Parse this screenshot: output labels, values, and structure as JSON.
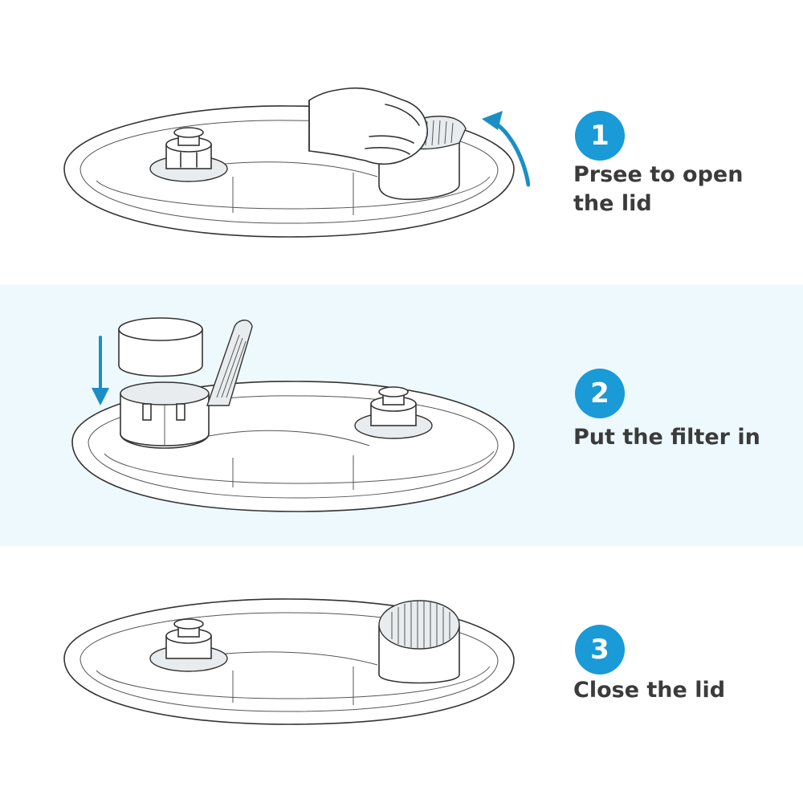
{
  "steps": [
    {
      "number": "1",
      "caption_line1": "Prsee to open",
      "caption_line2": "the lid"
    },
    {
      "number": "2",
      "caption_line1": "Put the filter in",
      "caption_line2": ""
    },
    {
      "number": "3",
      "caption_line1": "Close the lid",
      "caption_line2": ""
    }
  ],
  "colors": {
    "accent": "#1a9ad6",
    "band": "#eef9fd",
    "text": "#3b3b3b"
  },
  "icons": [
    "hand-icon",
    "curved-arrow-up-icon",
    "arrow-down-icon"
  ]
}
